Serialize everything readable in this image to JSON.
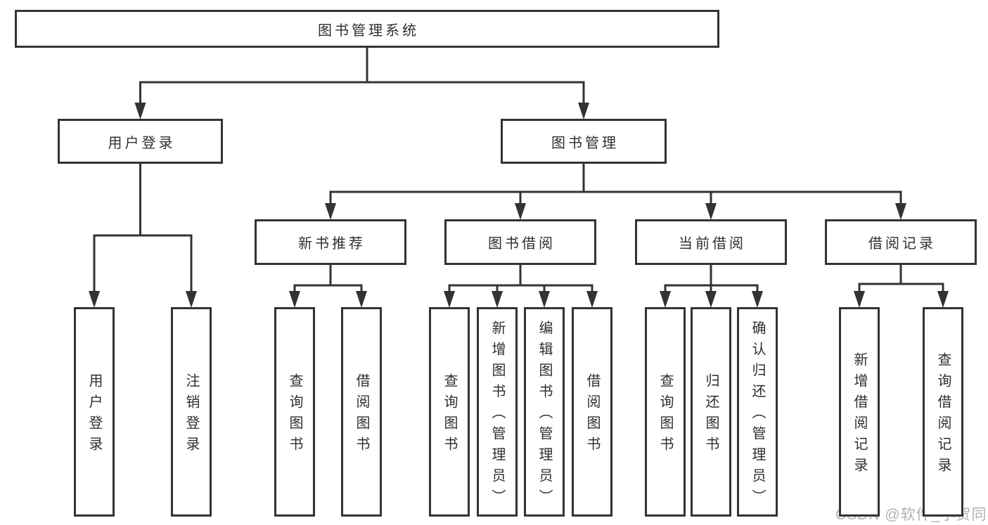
{
  "diagram": {
    "title": "图书管理系统",
    "watermark": "CSDN @软件_小贺同学",
    "colors": {
      "line": "#333333",
      "text": "#2f2f2f",
      "box_background": "#ffffff",
      "watermark": "#b4afaf"
    },
    "nodes": [
      {
        "id": "root",
        "label": "图书管理系统",
        "level": 0,
        "parent": null
      },
      {
        "id": "user-login",
        "label": "用户登录",
        "level": 1,
        "parent": "root"
      },
      {
        "id": "book-mgmt",
        "label": "图书管理",
        "level": 1,
        "parent": "root"
      },
      {
        "id": "new-book-rec",
        "label": "新书推荐",
        "level": 2,
        "parent": "book-mgmt"
      },
      {
        "id": "book-borrow",
        "label": "图书借阅",
        "level": 2,
        "parent": "book-mgmt"
      },
      {
        "id": "current-borrow",
        "label": "当前借阅",
        "level": 2,
        "parent": "book-mgmt"
      },
      {
        "id": "borrow-records",
        "label": "借阅记录",
        "level": 2,
        "parent": "book-mgmt"
      },
      {
        "id": "leaf-user-login",
        "label": "用户登录",
        "level": 3,
        "parent": "user-login"
      },
      {
        "id": "leaf-logout",
        "label": "注销登录",
        "level": 3,
        "parent": "user-login"
      },
      {
        "id": "leaf-query-book-1",
        "label": "查询图书",
        "level": 3,
        "parent": "new-book-rec"
      },
      {
        "id": "leaf-borrow-book-1",
        "label": "借阅图书",
        "level": 3,
        "parent": "new-book-rec"
      },
      {
        "id": "leaf-query-book-2",
        "label": "查询图书",
        "level": 3,
        "parent": "book-borrow"
      },
      {
        "id": "leaf-add-book",
        "label": "新增图书（管理员）",
        "level": 3,
        "parent": "book-borrow"
      },
      {
        "id": "leaf-edit-book",
        "label": "编辑图书（管理员）",
        "level": 3,
        "parent": "book-borrow"
      },
      {
        "id": "leaf-borrow-book-2",
        "label": "借阅图书",
        "level": 3,
        "parent": "book-borrow"
      },
      {
        "id": "leaf-query-book-3",
        "label": "查询图书",
        "level": 3,
        "parent": "current-borrow"
      },
      {
        "id": "leaf-return-book",
        "label": "归还图书",
        "level": 3,
        "parent": "current-borrow"
      },
      {
        "id": "leaf-confirm-return",
        "label": "确认归还（管理员）",
        "level": 3,
        "parent": "current-borrow"
      },
      {
        "id": "leaf-add-record",
        "label": "新增借阅记录",
        "level": 3,
        "parent": "borrow-records"
      },
      {
        "id": "leaf-query-record",
        "label": "查询借阅记录",
        "level": 3,
        "parent": "borrow-records"
      }
    ]
  }
}
